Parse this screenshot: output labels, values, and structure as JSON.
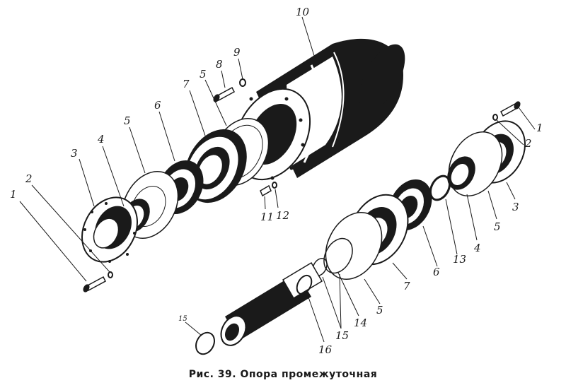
{
  "caption": "Рис. 39. Опора промежуточная",
  "labels": {
    "left_1": "1",
    "left_2": "2",
    "left_3": "3",
    "left_4": "4",
    "left_5a": "5",
    "left_6": "6",
    "left_7": "7",
    "left_5b": "5",
    "bolt_8": "8",
    "washer_9": "9",
    "housing_10": "10",
    "pin_11": "11",
    "washer_12": "12",
    "right_1": "1",
    "right_2": "2",
    "right_3": "3",
    "right_5a": "5",
    "right_4": "4",
    "right_13": "13",
    "right_6": "6",
    "right_7": "7",
    "right_5b": "5",
    "right_14": "14",
    "right_15": "15",
    "shaft_16": "16",
    "ring_15_small": "15"
  }
}
